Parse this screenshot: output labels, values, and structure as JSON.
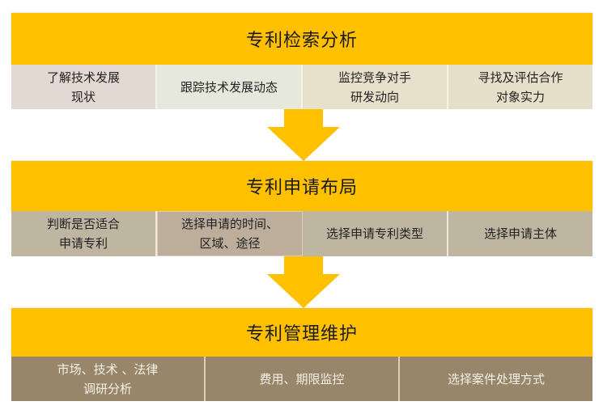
{
  "colors": {
    "banner": "#ffc000",
    "arrow": "#ffc000",
    "row1": "#e9e1cf",
    "row2": "#bfb6a1",
    "row3": "#98866a"
  },
  "sections": [
    {
      "title": "专利检索分析",
      "items": [
        "了解技术发展\n现状",
        "跟踪技术发展动态",
        "监控竞争对手\n研发动向",
        "寻找及评估合作\n对象实力"
      ]
    },
    {
      "title": "专利申请布局",
      "items": [
        "判断是否适合\n申请专利",
        "选择申请的时间、\n区域、途径",
        "选择申请专利类型",
        "选择申请主体"
      ]
    },
    {
      "title": "专利管理维护",
      "items": [
        "市场、技术 、法律\n调研分析",
        "费用、期限监控",
        "选择案件处理方式"
      ]
    }
  ]
}
